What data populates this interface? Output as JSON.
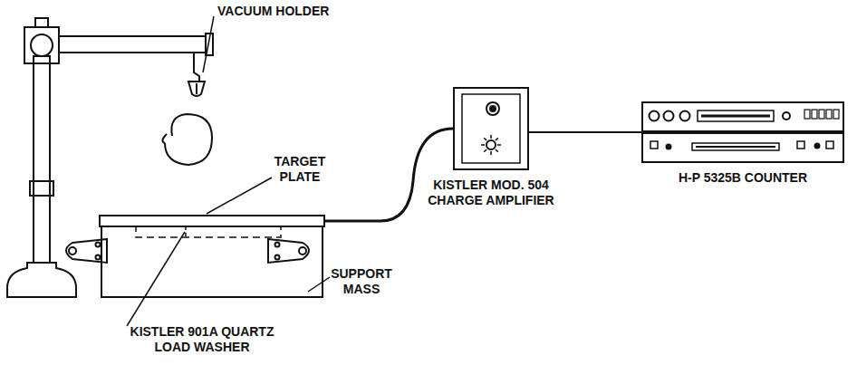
{
  "diagram": {
    "nodes": [
      {
        "text": [
          "KISTLER MOD. 504 CHARGE AMPLIFIER"
        ]
      },
      {
        "text": [
          "H-P 5325B COUNTER"
        ]
      }
    ],
    "edges": [
      {
        "from": 0,
        "to": 1,
        "arrow": "none"
      }
    ],
    "labels": [
      "VACUUM HOLDER",
      "TARGET PLATE",
      "SUPPORT MASS",
      "KISTLER 901A QUARTZ LOAD WASHER"
    ]
  }
}
